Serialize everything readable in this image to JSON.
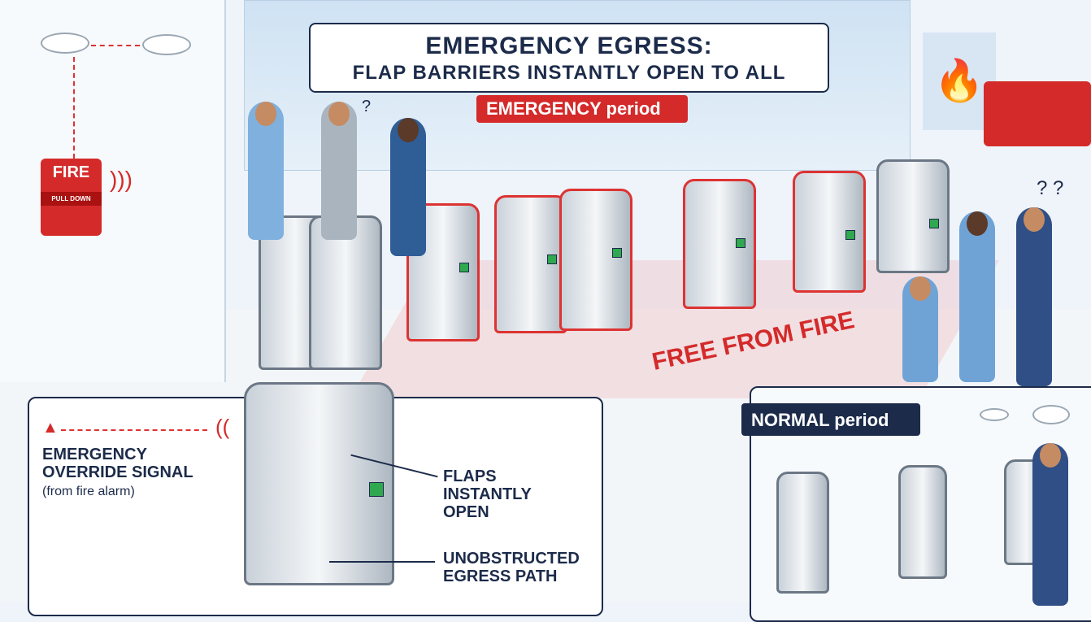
{
  "header": {
    "title_line1": "EMERGENCY EGRESS:",
    "title_line2": "FLAP BARRIERS INSTANTLY OPEN TO ALL"
  },
  "tags": {
    "emergency": "EMERGENCY period",
    "normal": "NORMAL period"
  },
  "fire_alarm": {
    "label": "FIRE",
    "sub": "PULL DOWN"
  },
  "floor_text": "FREE FROM FIRE",
  "callouts": {
    "override_title": "EMERGENCY OVERRIDE SIGNAL",
    "override_sub": "(from fire alarm)",
    "flaps": "FLAPS INSTANTLY OPEN",
    "path": "UNOBSTRUCTED EGRESS PATH"
  },
  "question_marks": [
    "?",
    "? ?"
  ],
  "icons": [
    "smoke-detector-icon",
    "fire-alarm-pull-station-icon",
    "flame-icon",
    "fire-truck-icon",
    "signal-waves-icon",
    "check-arrow-icon"
  ],
  "colors": {
    "accent_red": "#d42a2a",
    "navy": "#1c2b4a",
    "status_green": "#2fa84f"
  }
}
